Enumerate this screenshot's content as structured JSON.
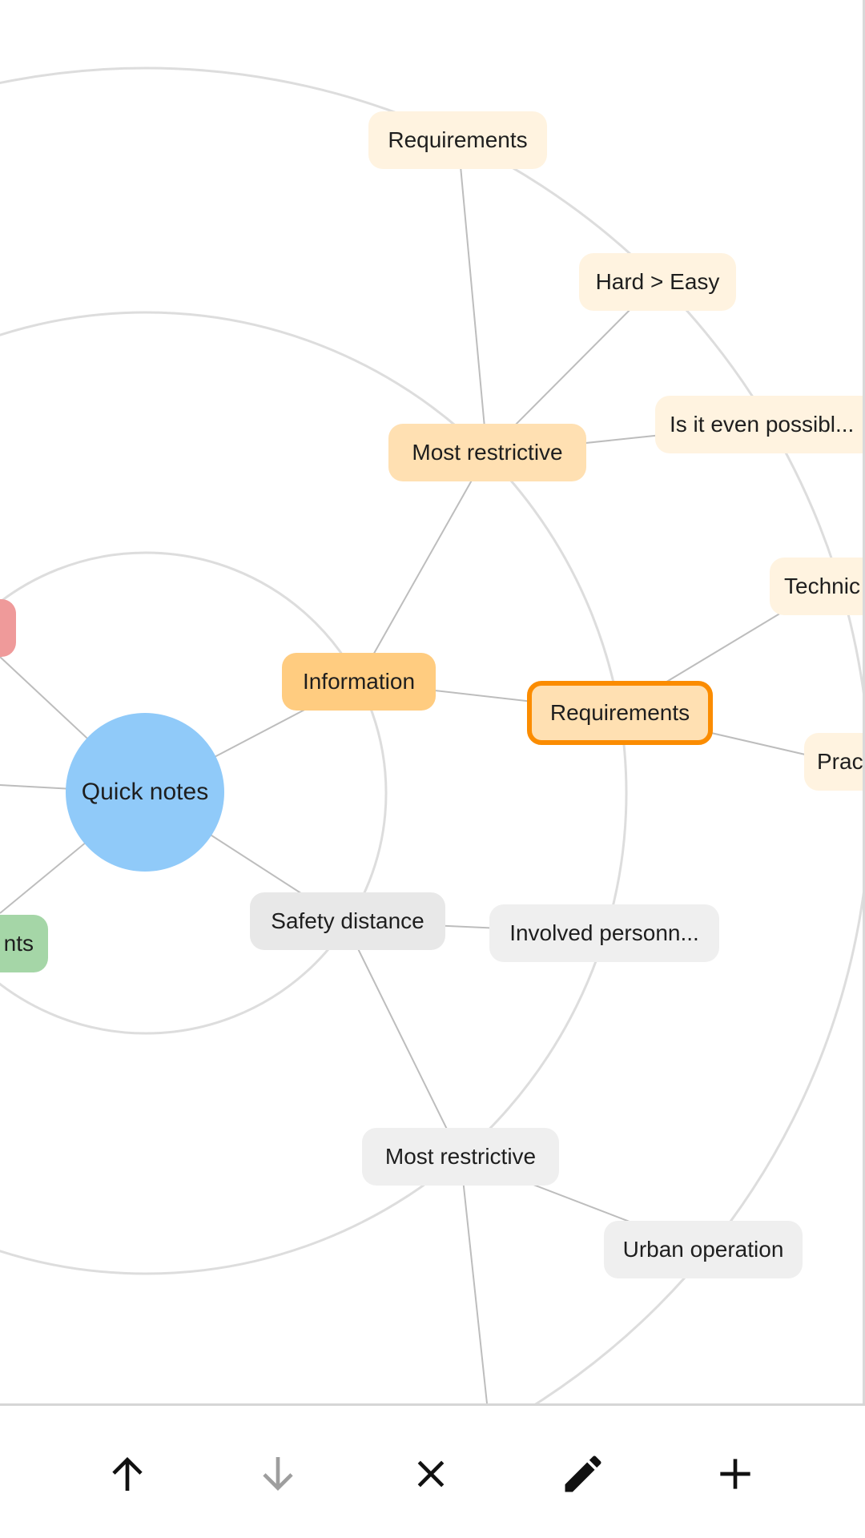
{
  "mindmap": {
    "center": {
      "label": "Quick notes",
      "color": "#90caf9"
    },
    "nodes": {
      "information": {
        "label": "Information"
      },
      "most_restrictive_top": {
        "label": "Most restrictive"
      },
      "requirements_top": {
        "label": "Requirements"
      },
      "hard_easy": {
        "label": "Hard > Easy"
      },
      "is_it_even_possible": {
        "label": "Is it even possibl..."
      },
      "requirements_selected": {
        "label": "Requirements"
      },
      "technical": {
        "label": "Technic"
      },
      "practical": {
        "label": "Prac"
      },
      "safety_distance": {
        "label": "Safety distance"
      },
      "involved_personnel": {
        "label": "Involved personn..."
      },
      "most_restrictive_bottom": {
        "label": "Most restrictive"
      },
      "urban_operation": {
        "label": "Urban operation"
      },
      "left_green": {
        "label": "nts"
      }
    },
    "colors": {
      "orange_level1": "#ffcc80",
      "orange_level2": "#ffe0b2",
      "orange_level3": "#fff3e0",
      "selected_border": "#fb8c00",
      "grey_node": "#e8e8e8",
      "red_node": "#ef9a9a",
      "green_node": "#a5d6a7",
      "ring": "#dddddd",
      "connector": "#bdbdbd"
    }
  },
  "toolbar": {
    "move_up": {
      "icon": "arrow-up-icon"
    },
    "move_down": {
      "icon": "arrow-down-icon",
      "enabled": false
    },
    "delete": {
      "icon": "close-icon"
    },
    "edit": {
      "icon": "pencil-icon"
    },
    "add": {
      "icon": "plus-icon"
    }
  }
}
